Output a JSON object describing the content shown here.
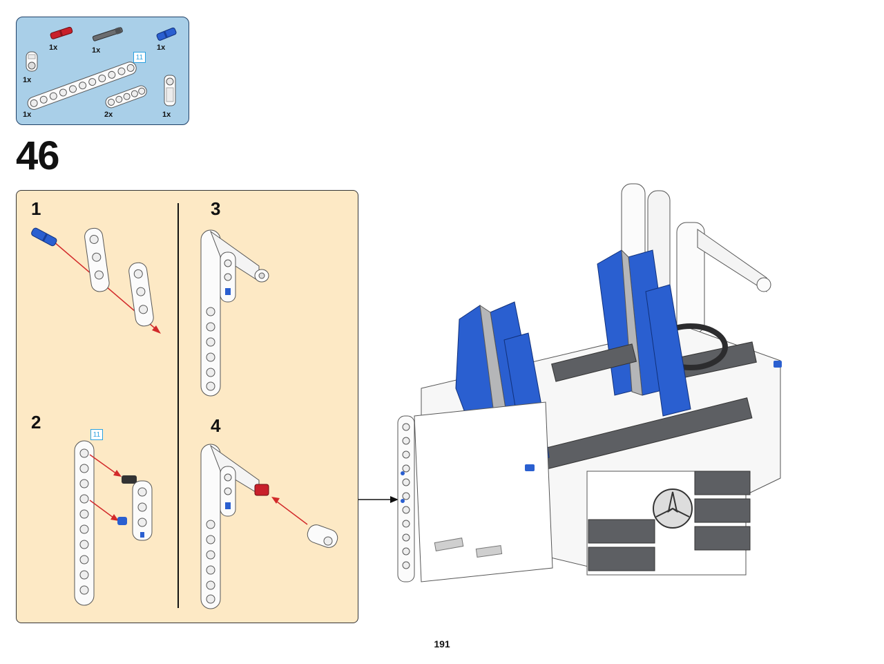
{
  "parts_list": {
    "items": [
      {
        "part": "red-axle-pin",
        "qty": "1x"
      },
      {
        "part": "grey-axle",
        "qty": "1x"
      },
      {
        "part": "blue-axle-pin",
        "qty": "1x"
      },
      {
        "part": "white-axle-connector",
        "qty": "1x"
      },
      {
        "part": "white-beam-11",
        "qty": "1x"
      },
      {
        "part": "white-beam-5",
        "qty": "2x"
      },
      {
        "part": "white-perpendicular-connector",
        "qty": "1x"
      }
    ],
    "beam_length_badge": "11"
  },
  "step": {
    "number": "46",
    "substeps": [
      {
        "number": "1"
      },
      {
        "number": "2",
        "beam_length_badge": "11"
      },
      {
        "number": "3"
      },
      {
        "number": "4"
      }
    ]
  },
  "page_number": "191",
  "colors": {
    "parts_box_bg": "#a9cfe8",
    "subpanel_bg": "#fde9c5",
    "blue": "#2a5fd0",
    "red": "#c8202b",
    "arrow_red": "#d22a2a",
    "dark_grey": "#5d5f63"
  },
  "icons": [
    "arrow-right-icon",
    "lego-part-icon"
  ]
}
